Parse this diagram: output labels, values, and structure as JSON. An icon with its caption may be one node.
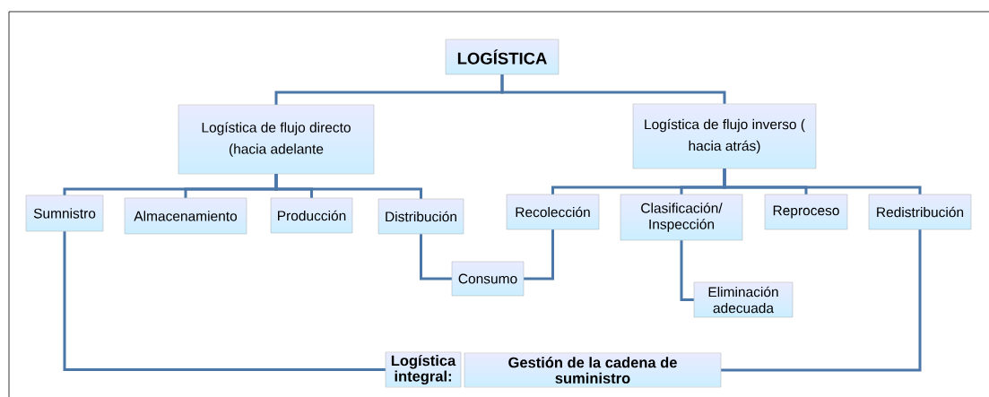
{
  "diagram": {
    "nodes": [
      {
        "text": [
          "LOGÍSTICA"
        ]
      },
      {
        "text": [
          "Logística de flujo directo (hacia adelante"
        ]
      },
      {
        "text": [
          "Logística de flujo inverso ( hacia atrás)"
        ]
      },
      {
        "text": [
          "Sumnistro"
        ]
      },
      {
        "text": [
          "Almacenamiento"
        ]
      },
      {
        "text": [
          "Producción"
        ]
      },
      {
        "text": [
          "Distribución"
        ]
      },
      {
        "text": [
          "Recolección"
        ]
      },
      {
        "text": [
          "Clasificación/ Inspección"
        ]
      },
      {
        "text": [
          "Reproceso"
        ]
      },
      {
        "text": [
          "Redistribución"
        ]
      },
      {
        "text": [
          "Consumo"
        ]
      },
      {
        "text": [
          "Eliminación adecuada"
        ]
      },
      {
        "text": [
          "Logística integral:"
        ]
      },
      {
        "text": [
          "Gestión de la cadena de suministro"
        ]
      }
    ],
    "edges": [
      {
        "from": 0,
        "to": 1,
        "arrow": "none"
      },
      {
        "from": 0,
        "to": 2,
        "arrow": "none"
      },
      {
        "from": 1,
        "to": 3,
        "arrow": "none"
      },
      {
        "from": 1,
        "to": 4,
        "arrow": "none"
      },
      {
        "from": 1,
        "to": 5,
        "arrow": "none"
      },
      {
        "from": 1,
        "to": 6,
        "arrow": "none"
      },
      {
        "from": 2,
        "to": 7,
        "arrow": "none"
      },
      {
        "from": 2,
        "to": 8,
        "arrow": "none"
      },
      {
        "from": 2,
        "to": 9,
        "arrow": "none"
      },
      {
        "from": 2,
        "to": 10,
        "arrow": "none"
      },
      {
        "from": 6,
        "to": 11,
        "arrow": "none"
      },
      {
        "from": 7,
        "to": 11,
        "arrow": "none"
      },
      {
        "from": 8,
        "to": 12,
        "arrow": "none"
      },
      {
        "from": 3,
        "to": 13,
        "arrow": "none"
      },
      {
        "from": 10,
        "to": 14,
        "arrow": "none"
      }
    ]
  }
}
